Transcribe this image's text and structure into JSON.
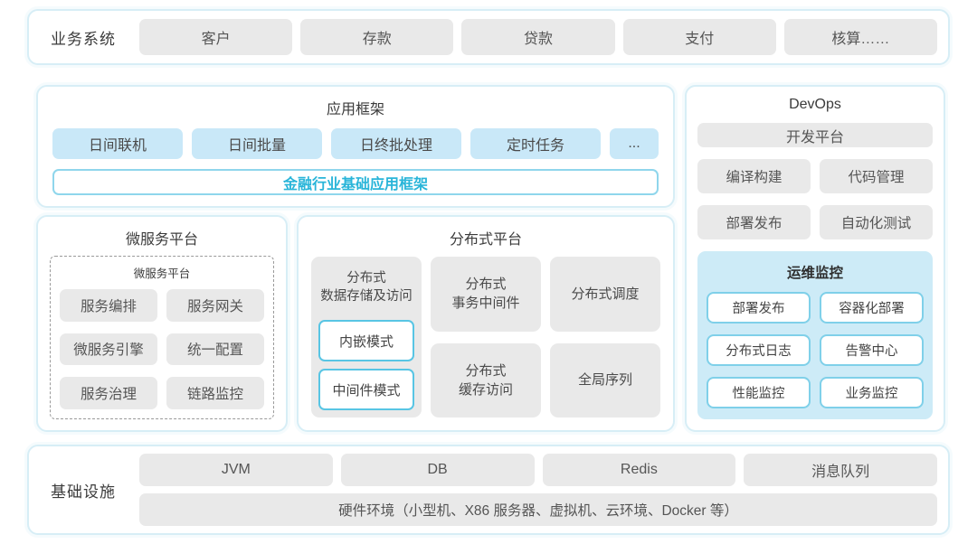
{
  "colors": {
    "section_border": "#d7eef6",
    "chip_gray_bg": "#e9e9e9",
    "chip_blue_bg": "#c9e8f8",
    "ops_panel_bg": "#cdebf7",
    "ops_chip_border": "#7fd0e9",
    "mode_box_border": "#58c5e4",
    "accent_teal_text": "#29b5d9"
  },
  "business_systems": {
    "label": "业务系统",
    "items": [
      "客户",
      "存款",
      "贷款",
      "支付",
      "核算……"
    ]
  },
  "app_framework": {
    "title": "应用框架",
    "chips": [
      "日间联机",
      "日间批量",
      "日终批处理",
      "定时任务",
      "..."
    ],
    "base_framework": "金融行业基础应用框架"
  },
  "devops": {
    "title": "DevOps",
    "dev_platform": "开发平台",
    "tools": [
      "编译构建",
      "代码管理",
      "部署发布",
      "自动化测试"
    ],
    "ops_monitoring": {
      "title": "运维监控",
      "items": [
        "部署发布",
        "容器化部署",
        "分布式日志",
        "告警中心",
        "性能监控",
        "业务监控"
      ]
    }
  },
  "microservice_platform": {
    "title": "微服务平台",
    "inner_title": "微服务平台",
    "items": [
      "服务编排",
      "服务网关",
      "微服务引擎",
      "统一配置",
      "服务治理",
      "链路监控"
    ]
  },
  "distributed_platform": {
    "title": "分布式平台",
    "data_storage": {
      "label": "分布式\n数据存储及访问",
      "modes": [
        "内嵌模式",
        "中间件模式"
      ]
    },
    "cells": [
      "分布式\n事务中间件",
      "分布式调度",
      "分布式\n缓存访问",
      "全局序列"
    ]
  },
  "infrastructure": {
    "label": "基础设施",
    "items": [
      "JVM",
      "DB",
      "Redis",
      "消息队列"
    ],
    "hardware": "硬件环境（小型机、X86 服务器、虚拟机、云环境、Docker 等）"
  }
}
